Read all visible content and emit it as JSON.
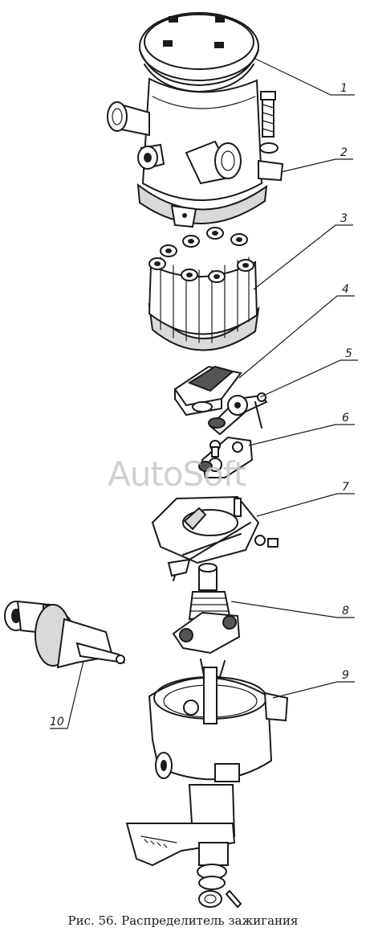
{
  "figure": {
    "caption": "Рис. 56. Распределитель зажигания",
    "watermark": "AutoSoft"
  },
  "callouts": [
    "1",
    "2",
    "3",
    "4",
    "5",
    "6",
    "7",
    "8",
    "9",
    "10"
  ]
}
